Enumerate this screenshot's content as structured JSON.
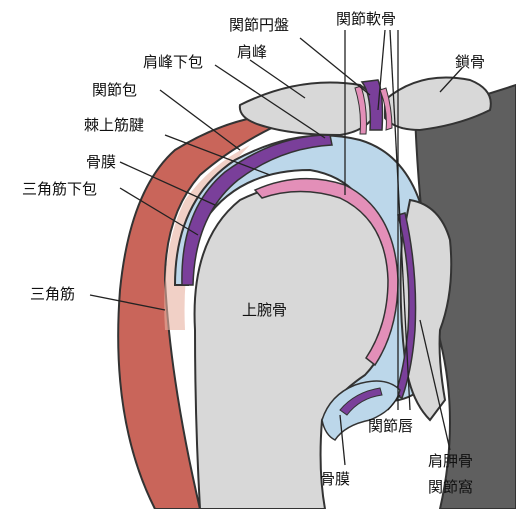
{
  "labels": {
    "articular_disc": "関節円盤",
    "articular_cartilage": "関節軟骨",
    "acromion": "肩峰",
    "subacromial_bursa": "肩峰下包",
    "clavicle": "鎖骨",
    "joint_capsule": "関節包",
    "supraspinatus_tendon": "棘上筋腱",
    "periosteum_upper": "骨膜",
    "subdeltoid_bursa": "三角筋下包",
    "deltoid": "三角筋",
    "humerus": "上腕骨",
    "glenoid_labrum": "関節唇",
    "periosteum_lower": "骨膜",
    "glenoid_fossa_line1": "肩胛骨",
    "glenoid_fossa_line2": "関節窩"
  },
  "colors": {
    "muscle": "#c9655a",
    "muscle_light": "#e8b0a0",
    "bone": "#d8d8d8",
    "capsule": "#bcd7ea",
    "bursa": "#7a3f9a",
    "cartilage_pink": "#e38fb8",
    "outline": "#333333",
    "back_dark": "#5f5f5f"
  }
}
